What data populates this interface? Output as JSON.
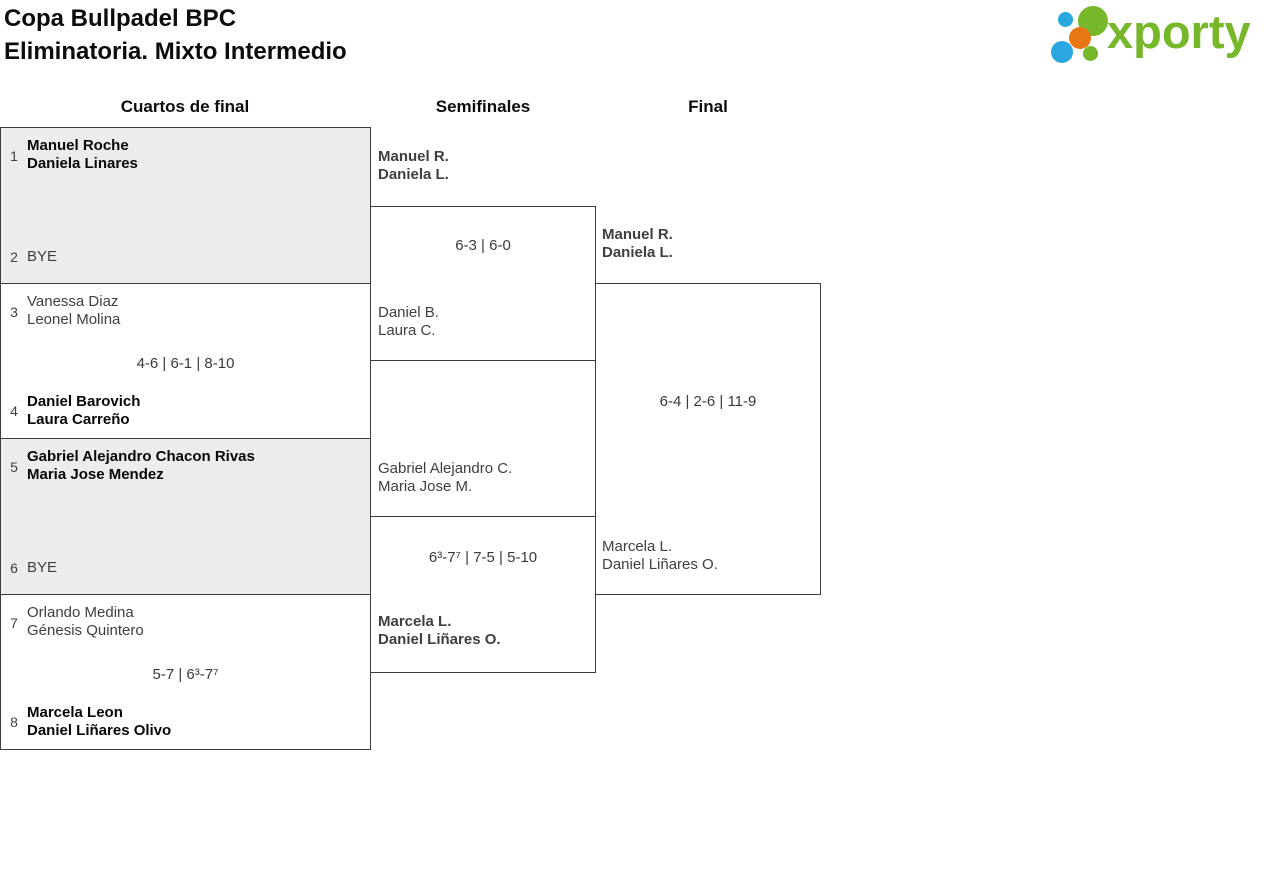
{
  "page": {
    "title_line1": "Copa Bullpadel BPC",
    "title_line2": "Eliminatoria. Mixto Intermedio"
  },
  "logo": {
    "wordmark": "xporty"
  },
  "colors": {
    "brand_green": "#76b82a",
    "brand_blue": "#29a8e0",
    "brand_orange": "#e87613",
    "bye_box_fill": "#ececec",
    "bracket_line": "#3d3d3d"
  },
  "columns": {
    "quarterfinals": "Cuartos de final",
    "semifinals": "Semifinales",
    "final": "Final"
  },
  "bracket": {
    "quarterfinals": [
      {
        "seed_top": "1",
        "top": [
          "Manuel Roche",
          "Daniela Linares"
        ],
        "seed_bottom": "2",
        "bottom": [
          "BYE"
        ],
        "score": ""
      },
      {
        "seed_top": "3",
        "top": [
          "Vanessa Diaz",
          "Leonel Molina"
        ],
        "seed_bottom": "4",
        "bottom": [
          "Daniel Barovich",
          "Laura Carreño"
        ],
        "score": "4-6 | 6-1 | 8-10"
      },
      {
        "seed_top": "5",
        "top": [
          "Gabriel Alejandro Chacon Rivas",
          "Maria Jose Mendez"
        ],
        "seed_bottom": "6",
        "bottom": [
          "BYE"
        ],
        "score": ""
      },
      {
        "seed_top": "7",
        "top": [
          "Orlando Medina",
          "Génesis Quintero"
        ],
        "seed_bottom": "8",
        "bottom": [
          "Marcela Leon",
          "Daniel Liñares Olivo"
        ],
        "score": "5-7 | 6³-7⁷"
      }
    ],
    "semifinals": [
      {
        "top": [
          "Manuel R.",
          "Daniela L."
        ],
        "bottom": [
          "Daniel B.",
          "Laura C."
        ],
        "score": "6-3 | 6-0"
      },
      {
        "top": [
          "Gabriel Alejandro C.",
          "Maria Jose M."
        ],
        "bottom": [
          "Marcela L.",
          "Daniel Liñares O."
        ],
        "score": "6³-7⁷ | 7-5 | 5-10"
      }
    ],
    "final": {
      "top": [
        "Manuel R.",
        "Daniela L."
      ],
      "bottom": [
        "Marcela L.",
        "Daniel Liñares O."
      ],
      "score": "6-4 | 2-6 | 11-9"
    }
  }
}
